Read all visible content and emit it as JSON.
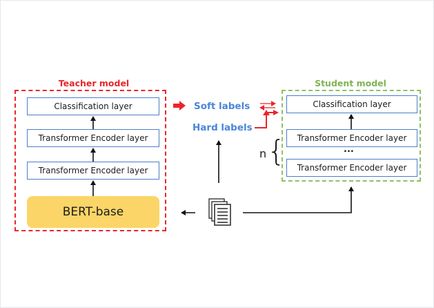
{
  "teacher": {
    "title": "Teacher model",
    "layers": [
      "Classification layer",
      "Transformer Encoder layer",
      "Transformer Encoder layer"
    ],
    "base": "BERT-base"
  },
  "student": {
    "title": "Student model",
    "layers": [
      "Classification layer",
      "Transformer Encoder layer",
      "Transformer Encoder layer"
    ],
    "ellipsis": "...",
    "repeat_label": "n"
  },
  "labels": {
    "soft": "Soft labels",
    "hard": "Hard labels"
  },
  "icons": {
    "input": "document-stack-icon"
  },
  "colors": {
    "teacher": "#e8262a",
    "student": "#8cc164",
    "layer_border": "#4a7ec9",
    "bert_fill": "#fbd567",
    "label_text": "#4a86d8",
    "label_arrow": "#e8262a"
  }
}
